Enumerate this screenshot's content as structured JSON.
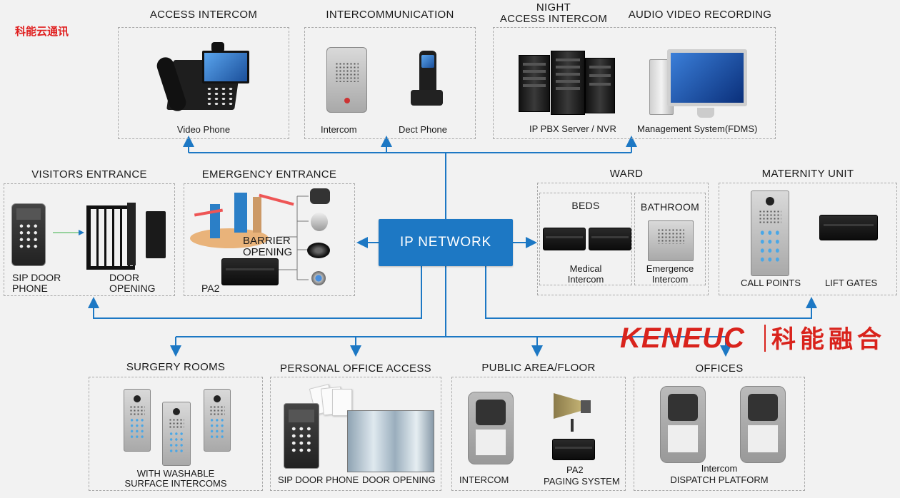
{
  "brand": {
    "text": "科能云通讯"
  },
  "logo": {
    "latin": "KENEUC",
    "cjk": "科能融合"
  },
  "center": {
    "label": "IP NETWORK"
  },
  "colors": {
    "network": "#1d78c4",
    "line": "#1d78c4",
    "brand_red": "#e02020",
    "border": "#a9a9a9"
  },
  "top": {
    "access_intercom": {
      "title": "ACCESS INTERCOM",
      "items": [
        "Video Phone"
      ]
    },
    "intercommunication": {
      "title": "INTERCOMMUNICATION",
      "items": [
        "Intercom",
        "Dect Phone"
      ]
    },
    "night_access": {
      "title_line1": "NIGHT",
      "title_line2": "ACCESS INTERCOM",
      "items": [
        "IP PBX Server / NVR"
      ]
    },
    "av_recording": {
      "title": "AUDIO VIDEO RECORDING",
      "items": [
        "Management System(FDMS)"
      ]
    }
  },
  "middle": {
    "visitors": {
      "title": "VISITORS ENTRANCE",
      "left_line1": "SIP DOOR",
      "left_line2": "PHONE",
      "right_line1": "DOOR",
      "right_line2": "OPENING"
    },
    "emergency": {
      "title": "EMERGENCY ENTRANCE",
      "barrier_line1": "BARRIER",
      "barrier_line2": "OPENING",
      "pa": "PA2"
    },
    "ward": {
      "title": "WARD",
      "beds": "BEDS",
      "bathroom": "BATHROOM",
      "medical_line1": "Medical",
      "medical_line2": "Intercom",
      "emergency_line1": "Emergence",
      "emergency_line2": "Intercom"
    },
    "maternity": {
      "title": "MATERNITY UNIT",
      "items": [
        "CALL POINTS",
        "LIFT GATES"
      ]
    }
  },
  "bottom": {
    "surgery": {
      "title": "SURGERY ROOMS",
      "line1": "WITH WASHABLE",
      "line2": "SURFACE INTERCOMS"
    },
    "personal_office": {
      "title": "PERSONAL OFFICE ACCESS",
      "items": [
        "SIP DOOR PHONE",
        "DOOR OPENING"
      ]
    },
    "public_area": {
      "title": "PUBLIC AREA/FLOOR",
      "intercom": "INTERCOM",
      "pa": "PA2",
      "paging": "PAGING SYSTEM"
    },
    "offices": {
      "title": "OFFICES",
      "line1": "Intercom",
      "line2": "DISPATCH PLATFORM"
    }
  }
}
